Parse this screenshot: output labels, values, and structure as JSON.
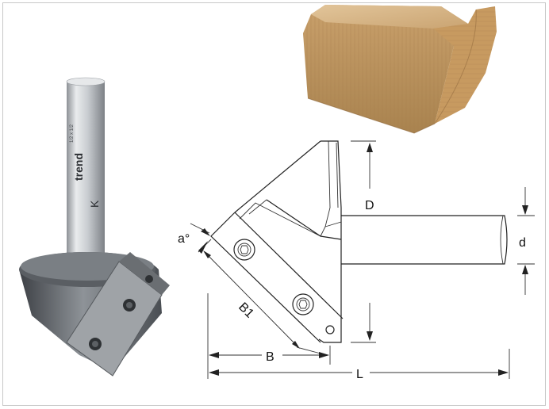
{
  "labels": {
    "a": "a°",
    "b1": "B1",
    "b": "B",
    "l": "L",
    "d_upper": "D",
    "d_lower": "d"
  },
  "shank_markings": {
    "brand": "trend",
    "mark": "K"
  },
  "colors": {
    "background": "#ffffff",
    "wood_light": "#d7b98a",
    "wood_dark": "#b48a58",
    "metal_light": "#d9dcdf",
    "metal_dark": "#6f7479",
    "line": "#222222"
  }
}
